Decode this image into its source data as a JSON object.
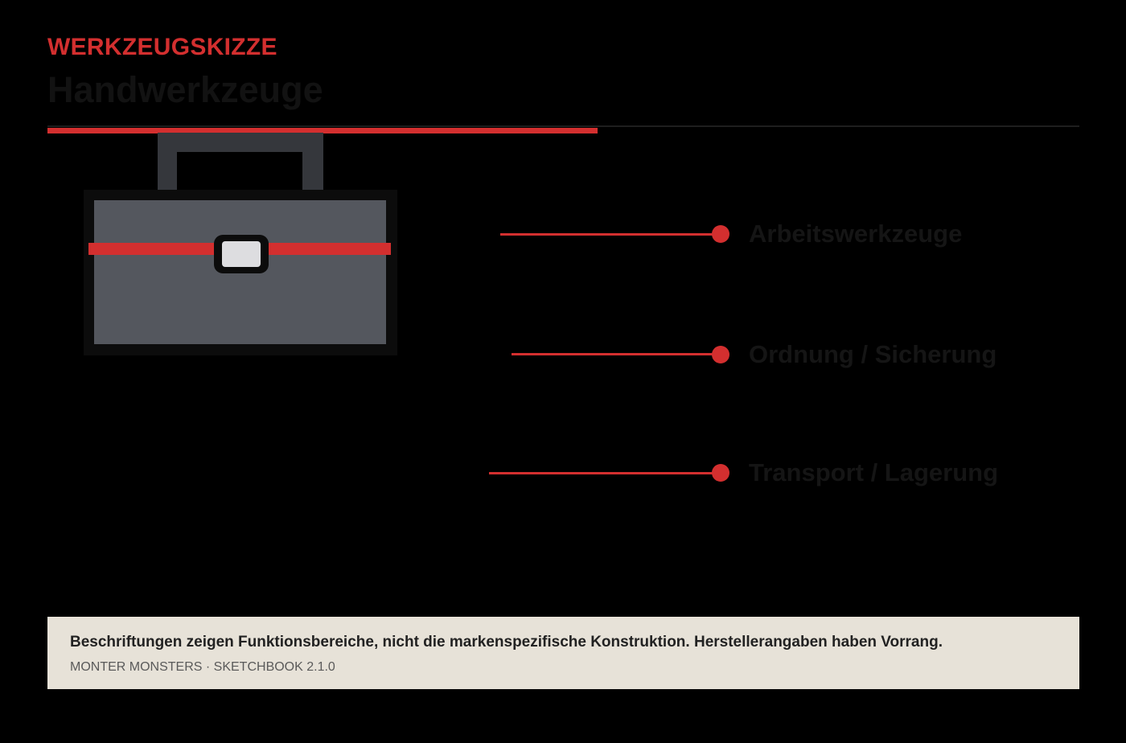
{
  "header": {
    "eyebrow": "WERKZEUGSKIZZE",
    "title": "Handwerkzeuge"
  },
  "illustration": {
    "icon": "toolbox-icon",
    "colors": {
      "body": "#54575e",
      "outline": "#0c0c0c",
      "handle": "#35373c",
      "strap": "#d32f2f",
      "latch": "#dddde0"
    }
  },
  "callouts": [
    {
      "label": "Arbeitswerkzeuge"
    },
    {
      "label": "Ordnung / Sicherung"
    },
    {
      "label": "Transport / Lagerung"
    }
  ],
  "note": {
    "text": "Beschriftungen zeigen Funktionsbereiche, nicht die markenspezifische Konstruktion. Herstellerangaben haben Vorrang.",
    "footer": "MONTER MONSTERS · SKETCHBOOK 2.1.0"
  },
  "colors": {
    "accent": "#d32f2f",
    "background": "#000000",
    "note_background": "#e7e2d8"
  }
}
